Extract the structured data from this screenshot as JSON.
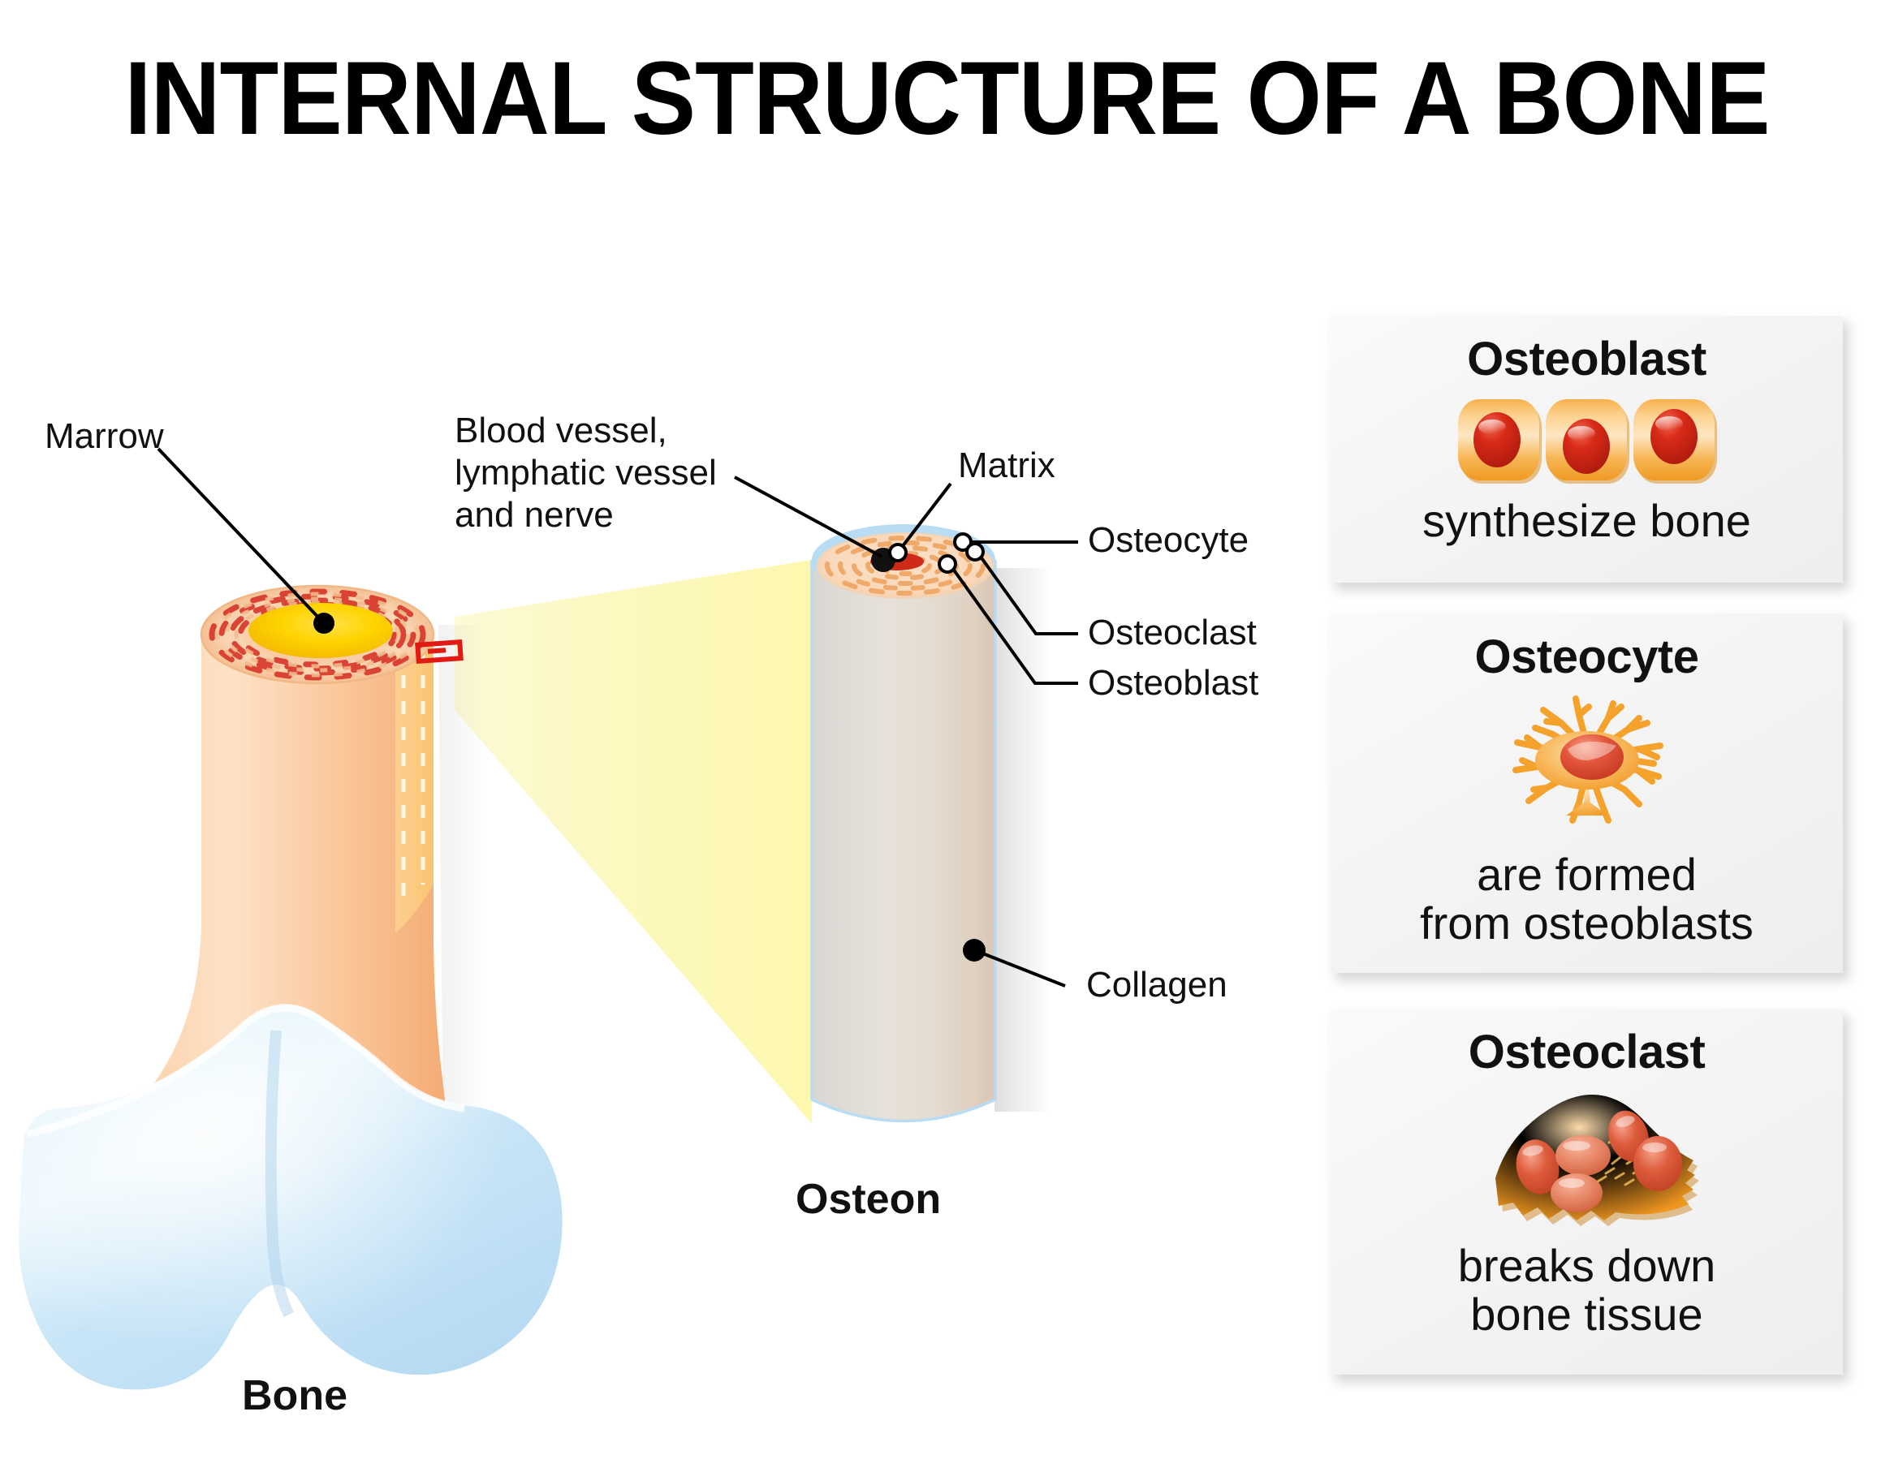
{
  "title": "INTERNAL STRUCTURE OF A BONE",
  "bone_diagram": {
    "caption": "Bone",
    "labels": {
      "marrow": "Marrow",
      "vessel": "Blood vessel,\nlymphatic vessel\nand nerve"
    }
  },
  "osteon_diagram": {
    "caption": "Osteon",
    "labels": {
      "matrix": "Matrix",
      "osteocyte": "Osteocyte",
      "osteoclast": "Osteoclast",
      "osteoblast": "Osteoblast",
      "collagen": "Collagen"
    }
  },
  "cards": [
    {
      "title": "Osteoblast",
      "desc": "synthesize bone",
      "art": "osteoblast-cells-icon"
    },
    {
      "title": "Osteocyte",
      "desc": "are formed\nfrom osteoblasts",
      "art": "osteocyte-cell-icon"
    },
    {
      "title": "Osteoclast",
      "desc": "breaks down\nbone tissue",
      "art": "osteoclast-cell-icon"
    }
  ],
  "colors": {
    "bone_shaft": "#f9c08e",
    "bone_shaft_light": "#fde0c4",
    "cartilage": "#bfe0f4",
    "marrow": "#f5c400",
    "compact_bone": "#f8cda6",
    "osteon_body": "#ded5cb",
    "osteon_rim": "#a9d4f0",
    "cone": "#fcf7b8",
    "cell_orange": "#f5a63a",
    "cell_nucleus": "#cf2418",
    "marker_red": "#e21a14",
    "leader": "#000000",
    "card_bg": "#f4f4f4"
  }
}
